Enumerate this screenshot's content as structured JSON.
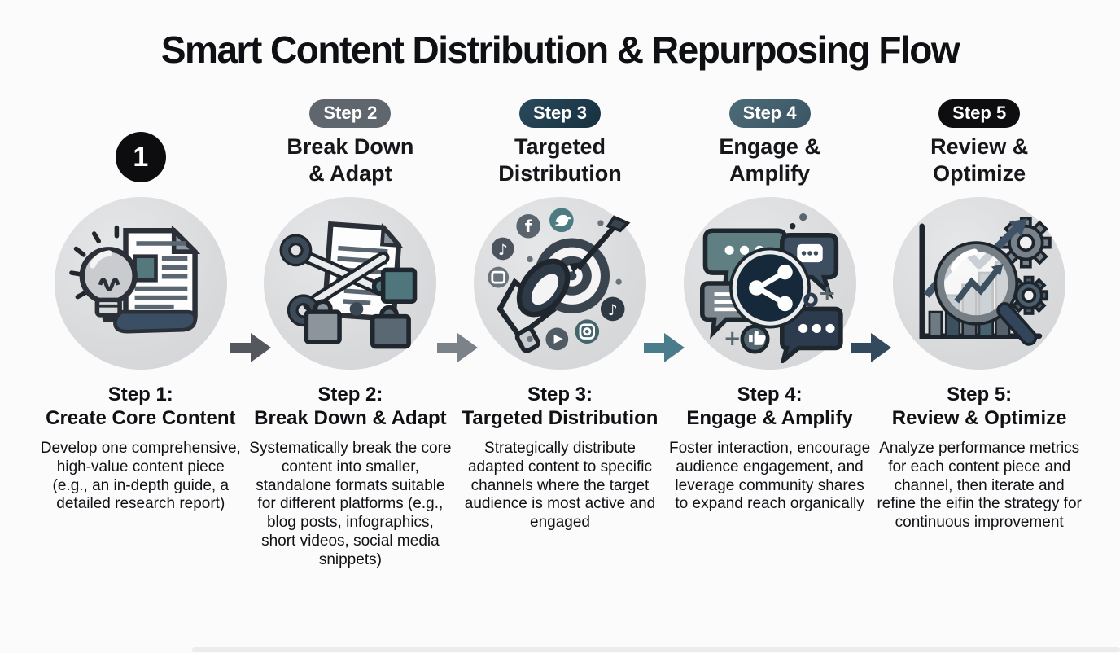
{
  "title": "Smart Content Distribution & Repurposing Flow",
  "colors": {
    "background": "#fcfbfb",
    "text": "#141619",
    "circle_bg": "#d9dadc",
    "badge_step2": "#5f666d",
    "badge_step3": "#1f3d4d",
    "badge_step4": "#44616f",
    "badge_step5": "#0e0e10",
    "arrow_1": "#54585e",
    "arrow_2": "#7c8289",
    "arrow_3": "#4b7c8c",
    "arrow_4": "#334a5e"
  },
  "steps": [
    {
      "badge": "1",
      "icon": "lightbulb-document-icon",
      "title_line1": "Step 1:",
      "title_line2": "Create Core Content",
      "description": "Develop one comprehensive, high-value content piece (e.g., an in-depth guide, a detailed research report)"
    },
    {
      "badge": "Step 2",
      "heading_line1": "Break Down",
      "heading_line2": "& Adapt",
      "icon": "scissors-puzzle-icon",
      "title_line1": "Step 2:",
      "title_line2": "Break Down & Adapt",
      "description": "Systematically break the core content into smaller, standalone formats suitable for different platforms (e.g., blog posts, infographics, short videos, social media snippets)"
    },
    {
      "badge": "Step 3",
      "heading_line1": "Targeted",
      "heading_line2": "Distribution",
      "icon": "megaphone-target-social-icon",
      "title_line1": "Step 3:",
      "title_line2": "Targeted Distribution",
      "description": "Strategically distribute adapted content to specific channels where the target audience is most active and engaged"
    },
    {
      "badge": "Step 4",
      "heading_line1": "Engage &",
      "heading_line2": "Amplify",
      "icon": "chat-share-icon",
      "title_line1": "Step 4:",
      "title_line2": "Engage & Amplify",
      "description": "Foster interaction, encourage audience engagement, and leverage community shares to expand reach organically"
    },
    {
      "badge": "Step 5",
      "heading_line1": "Review &",
      "heading_line2": "Optimize",
      "icon": "chart-magnifier-gears-icon",
      "title_line1": "Step 5:",
      "title_line2": "Review & Optimize",
      "description": "Analyze performance metrics for each content piece and channel, then iterate and refine the eifin the strategy for continuous improvement"
    }
  ]
}
